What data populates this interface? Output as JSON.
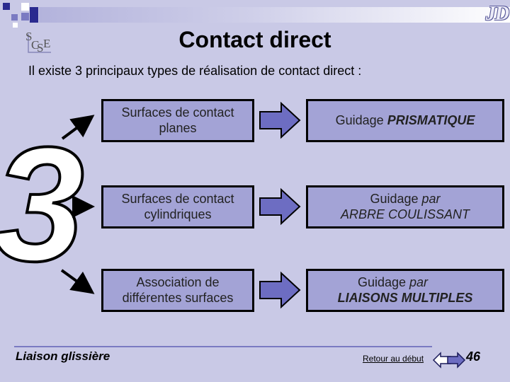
{
  "slide": {
    "brand": "JD",
    "logo_letters": [
      "S",
      "C",
      "S",
      "E"
    ],
    "title": "Contact direct",
    "intro": "Il existe 3 principaux types de réalisation de contact direct :",
    "big_number": "3",
    "rows": [
      {
        "surface": "Surfaces de contact planes",
        "guidage_prefix": "Guidage ",
        "guidage_italic": "",
        "guidage_main": "PRISMATIQUE"
      },
      {
        "surface": "Surfaces de contact cylindriques",
        "guidage_prefix": "Guidage ",
        "guidage_italic": "par",
        "guidage_main": "ARBRE COULISSANT"
      },
      {
        "surface": "Association de différentes surfaces",
        "guidage_prefix": "Guidage ",
        "guidage_italic": "par",
        "guidage_main": "LIAISONS MULTIPLES"
      }
    ],
    "footer": {
      "title": "Liaison glissière",
      "back_link": "Retour au début",
      "page_number": "46"
    }
  },
  "colors": {
    "background": "#c9c9e6",
    "box_fill": "#a3a3d6",
    "accent_dark": "#2a2a8f",
    "accent_light": "#7a7ac2"
  },
  "icons": [
    "arrow-left-nav-icon",
    "arrow-right-nav-icon",
    "block-arrow-icon",
    "diagonal-arrow-icon"
  ]
}
